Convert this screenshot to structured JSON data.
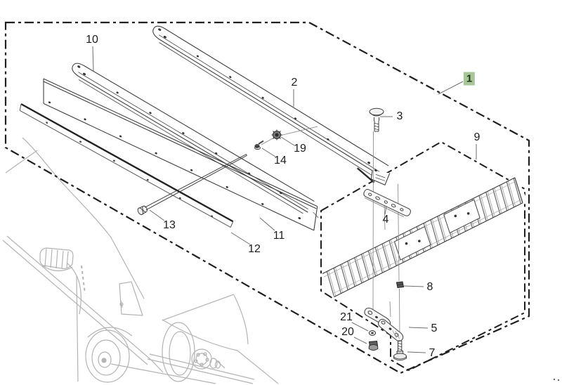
{
  "diagram": {
    "colors": {
      "highlight_bg": "#a8c59c",
      "highlight_text": "#1e3a10",
      "line": "#3a3a3a",
      "border": "#1f1f1f",
      "sketch": "#b3b3b3",
      "label_text": "#1c1c1c"
    },
    "parts": [
      {
        "label": "1",
        "highlighted": true
      },
      {
        "label": "2"
      },
      {
        "label": "3"
      },
      {
        "label": "4"
      },
      {
        "label": "5"
      },
      {
        "label": "7"
      },
      {
        "label": "8"
      },
      {
        "label": "9"
      },
      {
        "label": "10"
      },
      {
        "label": "11"
      },
      {
        "label": "12"
      },
      {
        "label": "13"
      },
      {
        "label": "14"
      },
      {
        "label": "19"
      },
      {
        "label": "20"
      },
      {
        "label": "21"
      }
    ]
  }
}
